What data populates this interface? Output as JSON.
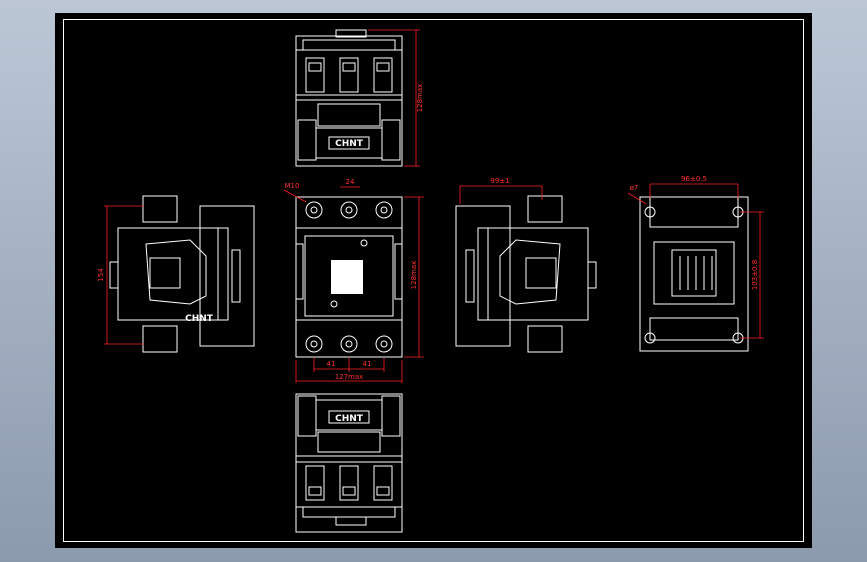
{
  "colors": {
    "sheet": "#000000",
    "geometry": "#ffffff",
    "dimensions": "#ff2020",
    "background": "#9aa7ba"
  },
  "brand": "CHNT",
  "dimensions": {
    "top_height": "128max",
    "front_pitch_top": "24",
    "front_m10": "M10",
    "front_height": "128max",
    "front_pitch_left": "41",
    "front_pitch_right": "41",
    "front_width": "127max",
    "left_height": "154",
    "right_top": "99±1",
    "back_top": "96±0.5",
    "back_hole": "ø7",
    "back_side": "103±0.8"
  }
}
